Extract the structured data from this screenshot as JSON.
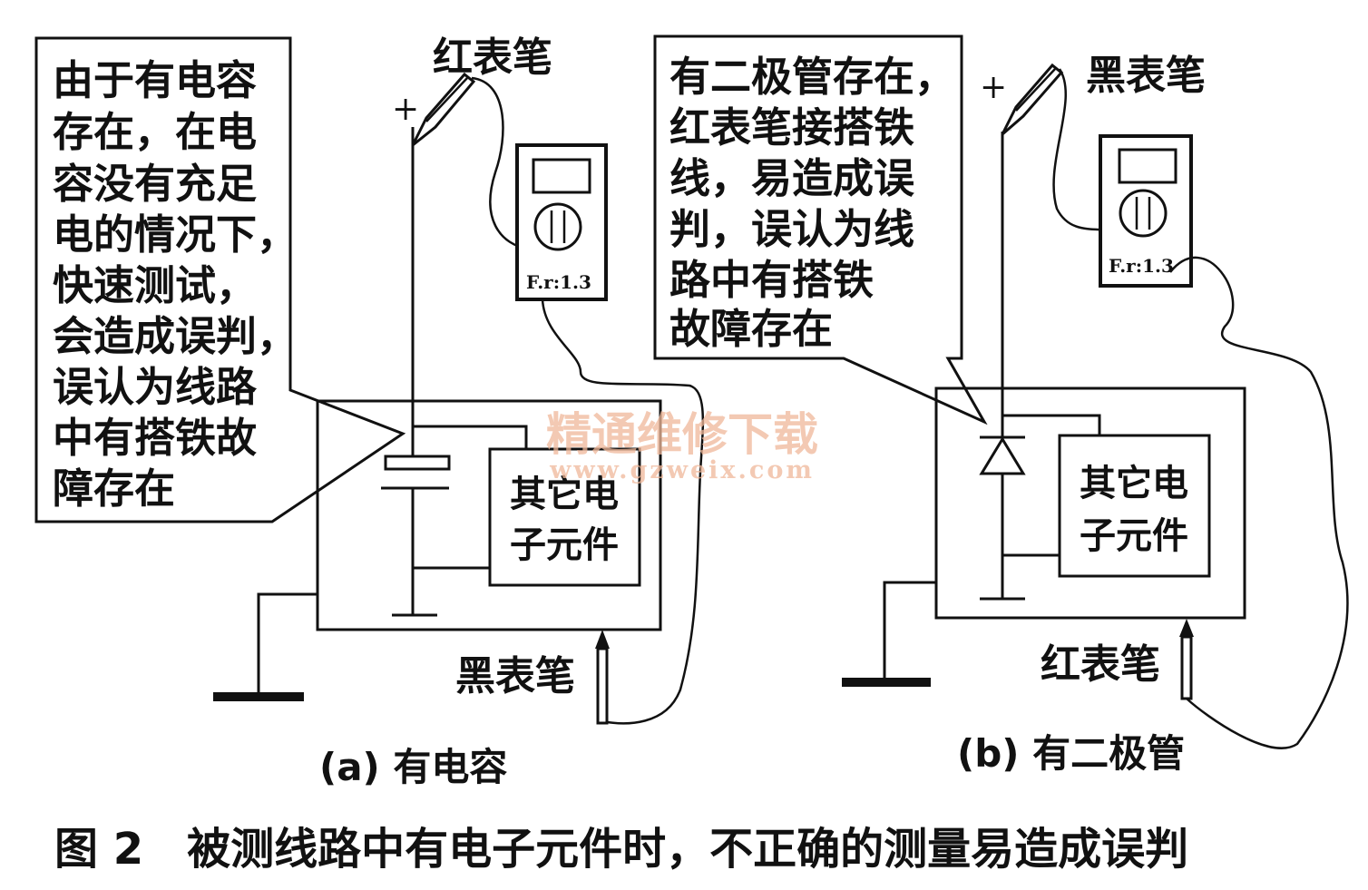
{
  "panel_a": {
    "callout_lines": [
      "由于有电容",
      "存在，在电",
      "容没有充足",
      "电的情况下，",
      "快速测试，",
      "会造成误判，",
      "误认为线路",
      "中有搭铁故",
      "障存在"
    ],
    "red_probe_label": "红表笔",
    "black_probe_label": "黑表笔",
    "plus_sign": "+",
    "component_box_lines": [
      "其它电",
      "子元件"
    ],
    "meter_display": "F.r:1.3",
    "caption": "(a) 有电容"
  },
  "panel_b": {
    "callout_lines": [
      "有二极管存在，",
      "红表笔接搭铁",
      "线，易造成误",
      "判，误认为线",
      "路中有搭铁",
      "故障存在"
    ],
    "black_probe_label": "黑表笔",
    "red_probe_label": "红表笔",
    "plus_sign": "+",
    "component_box_lines": [
      "其它电",
      "子元件"
    ],
    "meter_display": "F.r:1.3",
    "caption": "(b) 有二极管"
  },
  "watermark": {
    "title": "精通维修下载",
    "url": "www.gzweix.com"
  },
  "figure_caption": "图 2　被测线路中有电子元件时，不正确的测量易造成误判",
  "colors": {
    "ink": "#111111",
    "watermark": "#f0b89a"
  }
}
